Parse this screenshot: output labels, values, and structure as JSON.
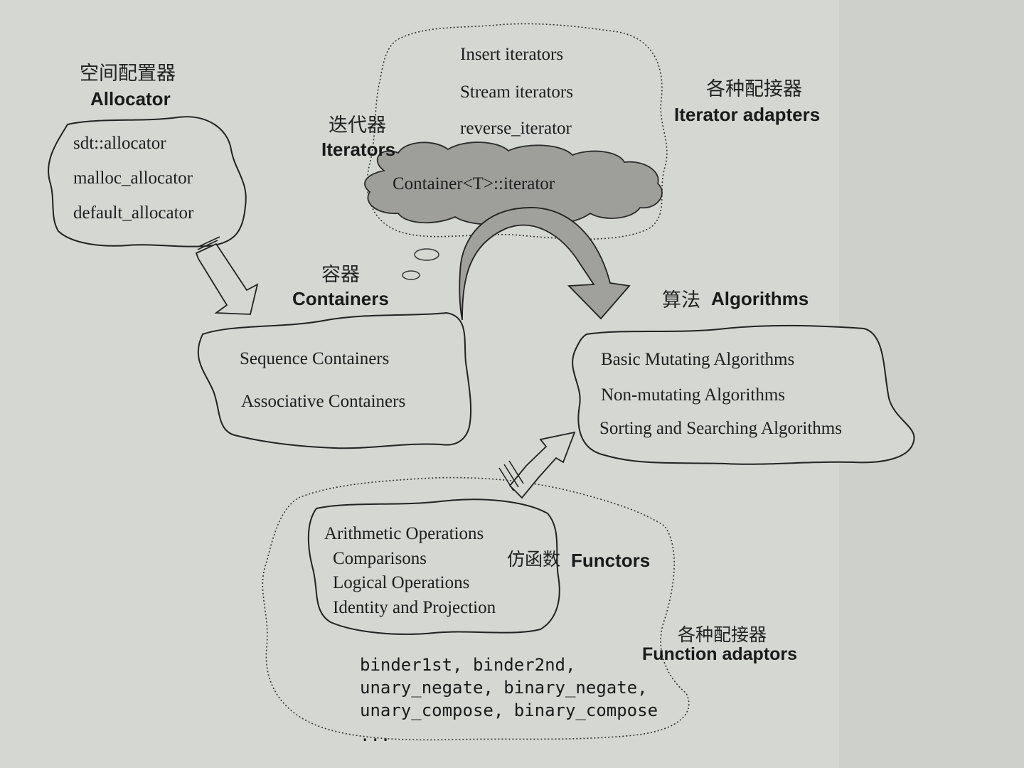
{
  "allocator": {
    "cn_label": "空间配置器",
    "en_label": "Allocator",
    "items": [
      "sdt::allocator",
      "malloc_allocator",
      "default_allocator"
    ]
  },
  "iterators": {
    "cn_label": "迭代器",
    "en_label": "Iterators",
    "core": "Container<T>::iterator"
  },
  "iterator_adapters": {
    "cn_label": "各种配接器",
    "en_label": "Iterator adapters",
    "items": [
      "Insert iterators",
      "Stream iterators",
      "reverse_iterator"
    ]
  },
  "containers": {
    "cn_label": "容器",
    "en_label": "Containers",
    "items": [
      "Sequence Containers",
      "Associative Containers"
    ]
  },
  "algorithms": {
    "cn_label": "算法",
    "en_label": "Algorithms",
    "items": [
      "Basic Mutating Algorithms",
      "Non-mutating Algorithms",
      "Sorting and Searching Algorithms"
    ]
  },
  "functors": {
    "cn_label": "仿函数",
    "en_label": "Functors",
    "items": [
      "Arithmetic Operations",
      "Comparisons",
      "Logical Operations",
      "Identity and Projection"
    ]
  },
  "function_adaptors": {
    "cn_label": "各种配接器",
    "en_label": "Function adaptors",
    "lines": [
      "binder1st, binder2nd,",
      "unary_negate, binary_negate,",
      "unary_compose, binary_compose",
      "..."
    ]
  }
}
